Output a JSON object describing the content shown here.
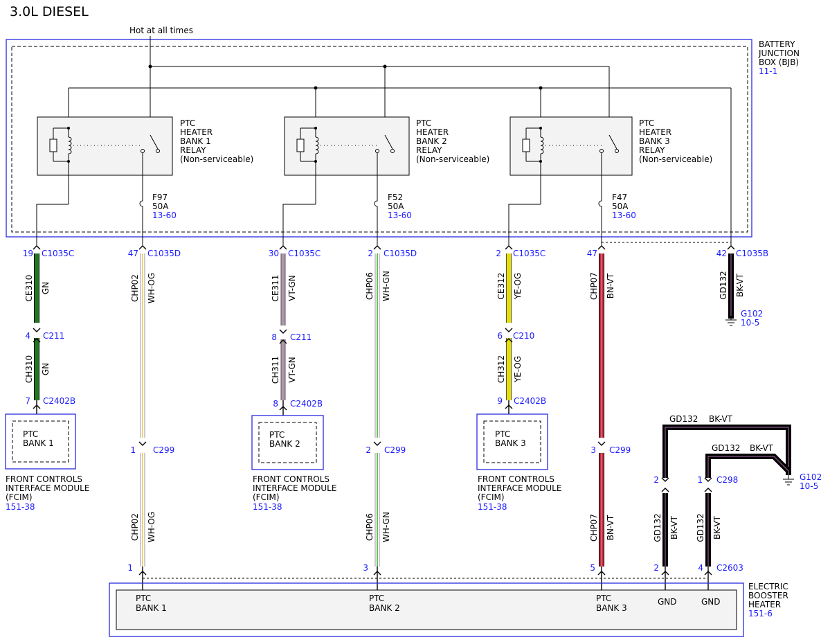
{
  "title": "3.0L DIESEL",
  "hot_label": "Hot at all times",
  "bjb": {
    "l1": "BATTERY",
    "l2": "JUNCTION",
    "l3": "BOX (BJB)",
    "ref": "11-1"
  },
  "relays": [
    {
      "l1": "PTC",
      "l2": "HEATER",
      "l3": "BANK 1",
      "l4": "RELAY",
      "l5": "(Non-serviceable)"
    },
    {
      "l1": "PTC",
      "l2": "HEATER",
      "l3": "BANK 2",
      "l4": "RELAY",
      "l5": "(Non-serviceable)"
    },
    {
      "l1": "PTC",
      "l2": "HEATER",
      "l3": "BANK 3",
      "l4": "RELAY",
      "l5": "(Non-serviceable)"
    }
  ],
  "fuses": [
    {
      "name": "F97",
      "rating": "50A",
      "ref": "13-60"
    },
    {
      "name": "F52",
      "rating": "50A",
      "ref": "13-60"
    },
    {
      "name": "F47",
      "rating": "50A",
      "ref": "13-60"
    }
  ],
  "pins": [
    {
      "pin": "19",
      "conn": "C1035C"
    },
    {
      "pin": "47",
      "conn": "C1035D"
    },
    {
      "pin": "30",
      "conn": "C1035C"
    },
    {
      "pin": "2",
      "conn": "C1035D"
    },
    {
      "pin": "2",
      "conn": "C1035C"
    },
    {
      "pin": "47",
      "conn": ""
    },
    {
      "pin": "42",
      "conn": "C1035B"
    },
    {
      "pin": "4",
      "conn": "C211"
    },
    {
      "pin": "8",
      "conn": "C211"
    },
    {
      "pin": "6",
      "conn": "C210"
    },
    {
      "pin": "7",
      "conn": "C2402B"
    },
    {
      "pin": "8",
      "conn": "C2402B"
    },
    {
      "pin": "9",
      "conn": "C2402B"
    },
    {
      "pin": "1",
      "conn": "C299"
    },
    {
      "pin": "2",
      "conn": "C299"
    },
    {
      "pin": "3",
      "conn": "C299"
    },
    {
      "pin": "2",
      "conn": ""
    },
    {
      "pin": "1",
      "conn": "C298"
    },
    {
      "pin": "1",
      "conn": ""
    },
    {
      "pin": "3",
      "conn": ""
    },
    {
      "pin": "5",
      "conn": ""
    },
    {
      "pin": "2",
      "conn": ""
    },
    {
      "pin": "4",
      "conn": "C2603"
    }
  ],
  "wires": [
    {
      "circuit": "CE310",
      "color": "GN",
      "hex": "#1f7a1f"
    },
    {
      "circuit": "CH310",
      "color": "GN",
      "hex": "#1f7a1f"
    },
    {
      "circuit": "CHP02",
      "color": "WH-OG",
      "hex": "#e8d48a"
    },
    {
      "circuit": "CHP02",
      "color": "WH-OG",
      "hex": "#e8d48a"
    },
    {
      "circuit": "CE311",
      "color": "VT-GN",
      "hex": "#b77ab7"
    },
    {
      "circuit": "CH311",
      "color": "VT-GN",
      "hex": "#b77ab7"
    },
    {
      "circuit": "CHP06",
      "color": "WH-GN",
      "hex": "#7fc07f"
    },
    {
      "circuit": "CHP06",
      "color": "WH-GN",
      "hex": "#7fc07f"
    },
    {
      "circuit": "CE312",
      "color": "YE-OG",
      "hex": "#e6e000"
    },
    {
      "circuit": "CH312",
      "color": "YE-OG",
      "hex": "#e6e000"
    },
    {
      "circuit": "CHP07",
      "color": "BN-VT",
      "hex": "#c0303c"
    },
    {
      "circuit": "CHP07",
      "color": "BN-VT",
      "hex": "#c0303c"
    },
    {
      "circuit": "GD132",
      "color": "BK-VT",
      "hex": "#111111"
    },
    {
      "circuit": "GD132",
      "color": "BK-VT",
      "hex": "#111111"
    },
    {
      "circuit": "GD132",
      "color": "BK-VT",
      "hex": "#111111"
    }
  ],
  "top_wires": [
    {
      "circuit": "GD132",
      "color": "BK-VT"
    },
    {
      "circuit": "GD132",
      "color": "BK-VT"
    }
  ],
  "grounds": [
    {
      "name": "G102",
      "ref": "10-5"
    },
    {
      "name": "G102",
      "ref": "10-5"
    }
  ],
  "ptc_modules": [
    {
      "l1": "PTC",
      "l2": "BANK 1"
    },
    {
      "l1": "PTC",
      "l2": "BANK 2"
    },
    {
      "l1": "PTC",
      "l2": "BANK 3"
    }
  ],
  "fcim": [
    {
      "l1": "FRONT CONTROLS",
      "l2": "INTERFACE MODULE",
      "l3": "(FCIM)",
      "ref": "151-38"
    },
    {
      "l1": "FRONT CONTROLS",
      "l2": "INTERFACE MODULE",
      "l3": "(FCIM)",
      "ref": "151-38"
    },
    {
      "l1": "FRONT CONTROLS",
      "l2": "INTERFACE MODULE",
      "l3": "(FCIM)",
      "ref": "151-38"
    }
  ],
  "heater": {
    "banks": [
      {
        "l1": "PTC",
        "l2": "BANK 1"
      },
      {
        "l1": "PTC",
        "l2": "BANK 2"
      },
      {
        "l1": "PTC",
        "l2": "BANK 3"
      }
    ],
    "gnd": [
      "GND",
      "GND"
    ],
    "l1": "ELECTRIC",
    "l2": "BOOSTER",
    "l3": "HEATER",
    "ref": "151-6"
  },
  "colors": {
    "box_blue": "#2a2ae0",
    "pin_blue": "#1a1aff"
  }
}
